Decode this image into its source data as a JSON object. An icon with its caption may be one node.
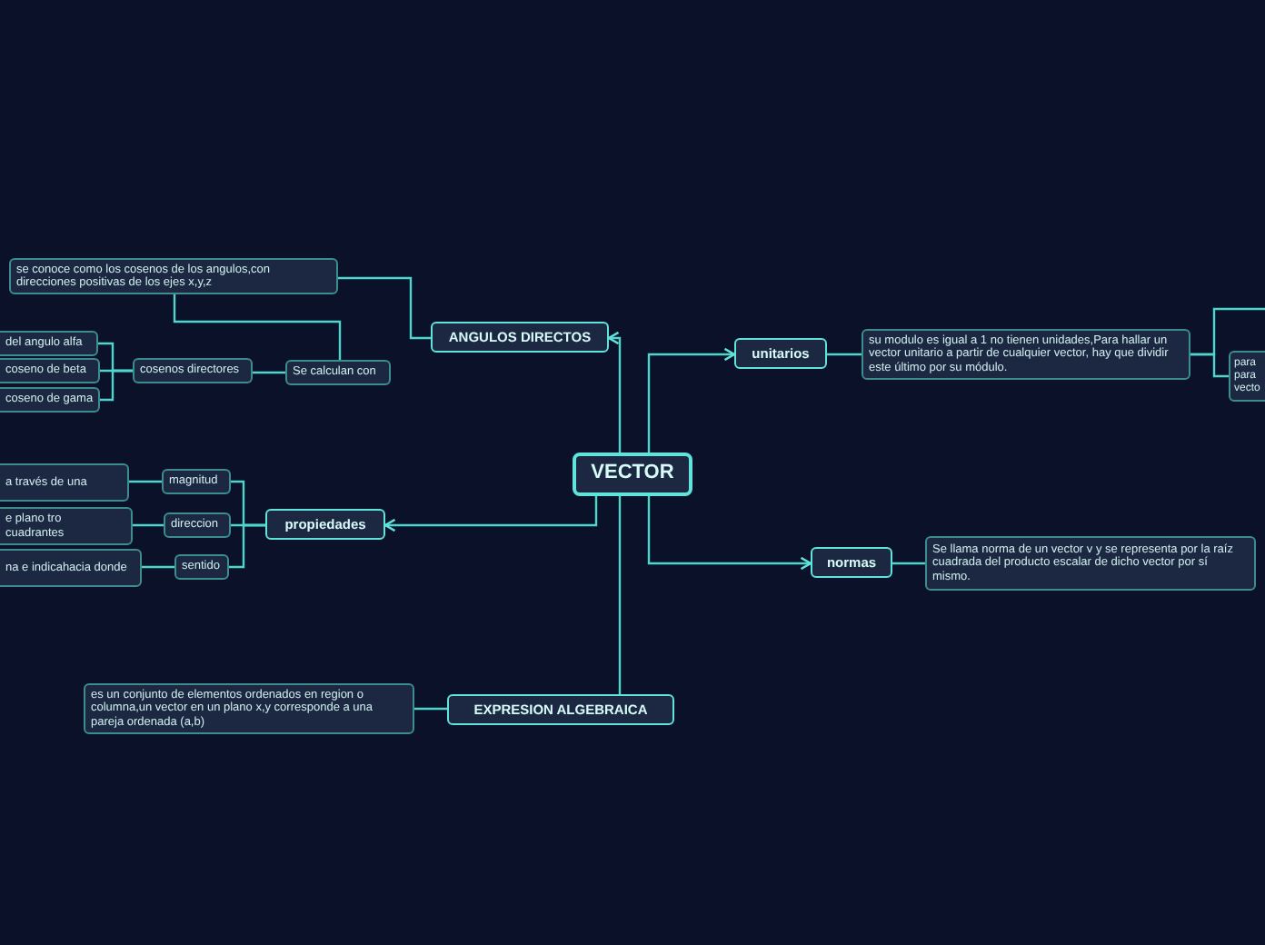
{
  "diagram": {
    "nodes": [
      {
        "text": [
          "VECTOR"
        ]
      },
      {
        "text": [
          "ANGULOS DIRECTOS"
        ]
      },
      {
        "text": [
          "se conoce como los cosenos de los angulos,con direcciones positivas de los ejes x,y,z"
        ]
      },
      {
        "text": [
          "Se calculan con"
        ]
      },
      {
        "text": [
          "cosenos directores"
        ]
      },
      {
        "text": [
          "del angulo alfa"
        ]
      },
      {
        "text": [
          "coseno de beta"
        ]
      },
      {
        "text": [
          "coseno de gama"
        ]
      },
      {
        "text": [
          "propiedades"
        ]
      },
      {
        "text": [
          "magnitud"
        ]
      },
      {
        "text": [
          "direccion"
        ]
      },
      {
        "text": [
          "sentido"
        ]
      },
      {
        "text": [
          "a través de una"
        ]
      },
      {
        "text": [
          "e plano tro cuadrantes"
        ]
      },
      {
        "text": [
          "na e indicahacia donde"
        ]
      },
      {
        "text": [
          "unitarios"
        ]
      },
      {
        "text": [
          "su modulo es igual a 1 no tienen unidades,Para hallar un vector unitario a partir de cualquier vector, hay que dividir este último por su módulo."
        ]
      },
      {
        "text": [
          "para para vecto"
        ]
      },
      {
        "text": [
          "normas"
        ]
      },
      {
        "text": [
          "Se llama norma de un vector v y se representa por la raíz cuadrada del producto escalar de dicho vector por sí mismo."
        ]
      },
      {
        "text": [
          "EXPRESION ALGEBRAICA"
        ]
      },
      {
        "text": [
          "es un conjunto de elementos ordenados en region o columna,un vector en un plano x,y corresponde a una pareja ordenada (a,b)"
        ]
      }
    ],
    "edges": [
      {
        "from": 0,
        "to": 1,
        "arrow": "to"
      },
      {
        "from": 0,
        "to": 8,
        "arrow": "to"
      },
      {
        "from": 0,
        "to": 15,
        "arrow": "to"
      },
      {
        "from": 0,
        "to": 18,
        "arrow": "to"
      },
      {
        "from": 0,
        "to": 20,
        "arrow": "none"
      },
      {
        "from": 1,
        "to": 2,
        "arrow": "none"
      },
      {
        "from": 2,
        "to": 3,
        "arrow": "none"
      },
      {
        "from": 3,
        "to": 4,
        "arrow": "none"
      },
      {
        "from": 4,
        "to": 5,
        "arrow": "none"
      },
      {
        "from": 4,
        "to": 6,
        "arrow": "none"
      },
      {
        "from": 4,
        "to": 7,
        "arrow": "none"
      },
      {
        "from": 8,
        "to": 9,
        "arrow": "none"
      },
      {
        "from": 8,
        "to": 10,
        "arrow": "none"
      },
      {
        "from": 8,
        "to": 11,
        "arrow": "none"
      },
      {
        "from": 9,
        "to": 12,
        "arrow": "none"
      },
      {
        "from": 10,
        "to": 13,
        "arrow": "none"
      },
      {
        "from": 11,
        "to": 14,
        "arrow": "none"
      },
      {
        "from": 15,
        "to": 16,
        "arrow": "none"
      },
      {
        "from": 16,
        "to": 17,
        "arrow": "none"
      },
      {
        "from": 16,
        "to": null,
        "arrow": "none"
      },
      {
        "from": 18,
        "to": 19,
        "arrow": "none"
      },
      {
        "from": 20,
        "to": 21,
        "arrow": "none"
      }
    ]
  }
}
